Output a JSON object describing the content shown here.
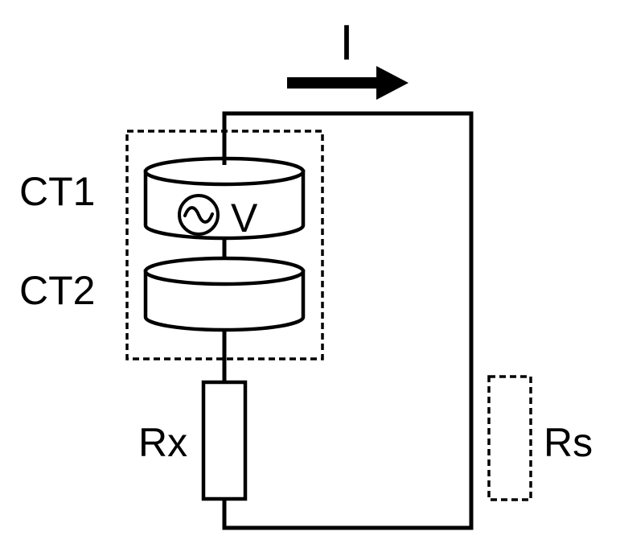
{
  "diagram": {
    "current_label": "I",
    "source_label": "V",
    "ct1_label": "CT1",
    "ct2_label": "CT2",
    "rx_label": "Rx",
    "rs_label": "Rs"
  },
  "colors": {
    "stroke": "#000000",
    "background": "#ffffff"
  },
  "icons": {
    "source": "ac-voltage-source-icon",
    "arrow": "current-arrow-icon"
  }
}
